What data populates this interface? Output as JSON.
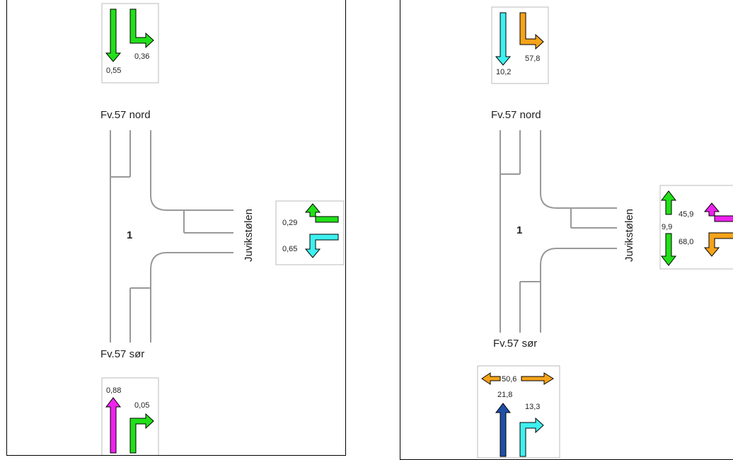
{
  "colors": {
    "green": "#22e01a",
    "cyan": "#3ef0f0",
    "magenta": "#ee22ee",
    "orange": "#f5a31a",
    "dark_blue": "#1f4fa6",
    "road": "#999999",
    "box_border": "#bbbbbb"
  },
  "left": {
    "road_north": "Fv.57 nord",
    "road_south": "Fv.57 sør",
    "road_east": "Juvikstølen",
    "node_id": "1",
    "north_box": {
      "straight_value": "0,55",
      "right_value": "0,36",
      "straight_icon": "arrow-down-icon",
      "right_icon": "turn-right-icon"
    },
    "east_box": {
      "left_value": "0,29",
      "right_value": "0,65",
      "left_icon": "turn-up-icon",
      "right_icon": "turn-down-icon"
    },
    "south_box": {
      "straight_value": "0,88",
      "right_value": "0,05",
      "straight_icon": "arrow-up-icon",
      "right_icon": "turn-right-icon"
    }
  },
  "right": {
    "road_north": "Fv.57 nord",
    "road_south": "Fv.57 sør",
    "road_east": "Juvikstølen",
    "node_id": "1",
    "north_box": {
      "straight_value": "10,2",
      "right_value": "57,8"
    },
    "east_box": {
      "vertical_value": "9,9",
      "upper_value": "45,9",
      "lower_value": "68,0"
    },
    "south_box": {
      "horizontal_value": "50,6",
      "straight_value": "21,8",
      "right_value": "13,3"
    }
  }
}
